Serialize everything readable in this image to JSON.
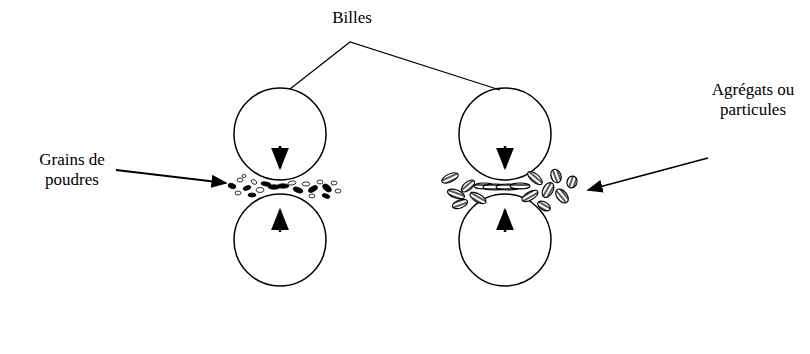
{
  "diagram": {
    "labels": [
      "Billes",
      "Grains de poudres",
      "Agrégats ou particules"
    ]
  }
}
